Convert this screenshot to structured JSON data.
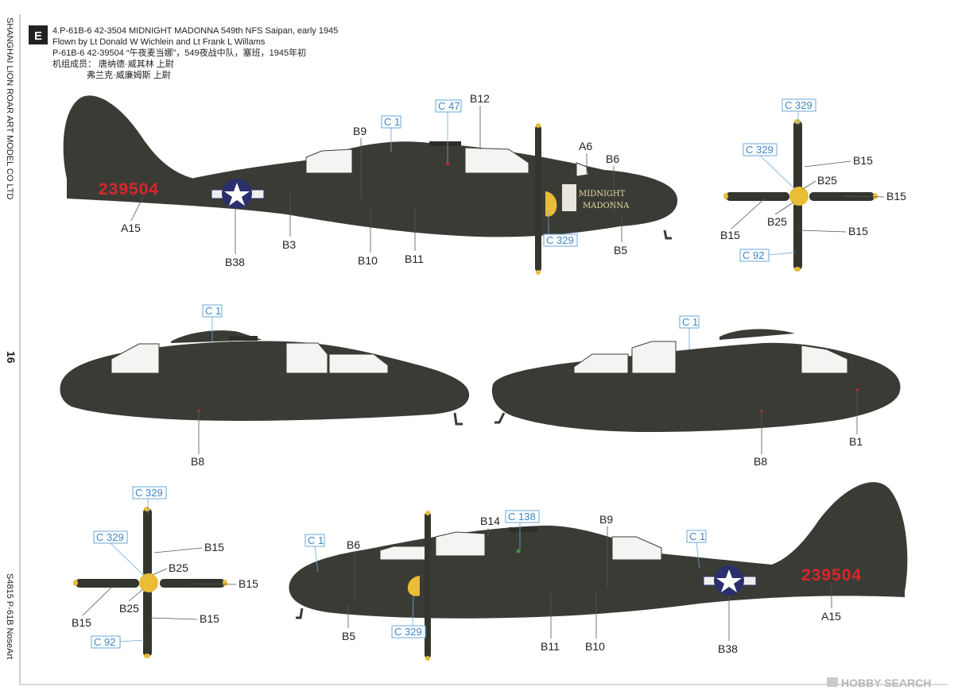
{
  "header": {
    "badge": "E",
    "line1": "4.P-61B-6 42-3504 MIDNIGHT MADONNA 549th NFS Saipan, early 1945",
    "line2": "Flown by Lt Donald W Wichlein and Lt Frank L Willams",
    "line3": "P-61B-6 42-39504 “午夜麦当娜”，549夜战中队，塞班，1945年初",
    "line4": "机组成员：  唐纳德·威其林 上尉",
    "line5": "弗兰克·威廉姆斯 上尉"
  },
  "sidebar": {
    "company": "SHANGHAI LION ROAR ART MODEL CO LTD",
    "page_number": "16",
    "product": "S4815   P-61B   NoseArt"
  },
  "watermark": "HOBBY SEARCH",
  "aircraft": {
    "serial": "239504",
    "nose_art_1": "MIDNIGHT",
    "nose_art_2": "MADONNA",
    "colors": {
      "hull": "#3b3b36",
      "serial_red": "#d9262b",
      "spinner_yellow": "#e9bd36",
      "insignia_blue": "#2b2f6b",
      "callout_blue": "#3f86c7"
    }
  },
  "views": {
    "left_side": {
      "callouts": [
        "B12",
        "B9",
        "A6",
        "B6",
        "A15",
        "B3",
        "B38",
        "B10",
        "B11",
        "B5"
      ],
      "color_refs": [
        "C 1",
        "C 47",
        "C 329"
      ]
    },
    "prop_top_right": {
      "callouts": [
        "B15",
        "B25",
        "B15",
        "B25",
        "B15",
        "B15"
      ],
      "color_refs": [
        "C 329",
        "C 329",
        "C 92"
      ]
    },
    "nacelle_left": {
      "callouts": [
        "B8"
      ],
      "color_refs": [
        "C 1"
      ]
    },
    "nacelle_right": {
      "callouts": [
        "B8",
        "B1"
      ],
      "color_refs": [
        "C 1"
      ]
    },
    "prop_bottom_left": {
      "callouts": [
        "B15",
        "B25",
        "B15",
        "B25",
        "B15",
        "B15"
      ],
      "color_refs": [
        "C 329",
        "C 329",
        "C 92"
      ]
    },
    "right_side": {
      "callouts": [
        "B14",
        "B6",
        "B9",
        "B5",
        "B11",
        "B10",
        "B38",
        "A15"
      ],
      "color_refs": [
        "C 1",
        "C 138",
        "C 329",
        "C 1"
      ]
    }
  }
}
